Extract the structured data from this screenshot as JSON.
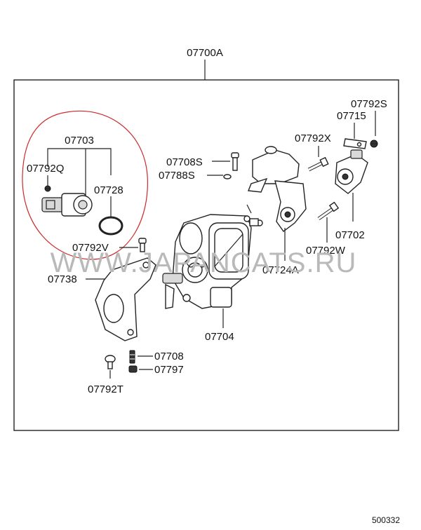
{
  "assembly_code": "07700A",
  "watermark": "WWW.JAPANCATS.RU",
  "footer_code": "500332",
  "parts": {
    "p07703": "07703",
    "p07792q": "07792Q",
    "p07728": "07728",
    "p07792v": "07792V",
    "p07738": "07738",
    "p07708s": "07708S",
    "p07788s": "07788S",
    "p07792x": "07792X",
    "p07792s": "07792S",
    "p07715": "07715",
    "p07702": "07702",
    "p07792w": "07792W",
    "p07724a": "07724A",
    "p07704": "07704",
    "p07708": "07708",
    "p07797": "07797",
    "p07792t": "07792T"
  },
  "colors": {
    "annotation_circle": "#cc2a2a",
    "line": "#222222",
    "watermark": "#b9b9b9"
  }
}
